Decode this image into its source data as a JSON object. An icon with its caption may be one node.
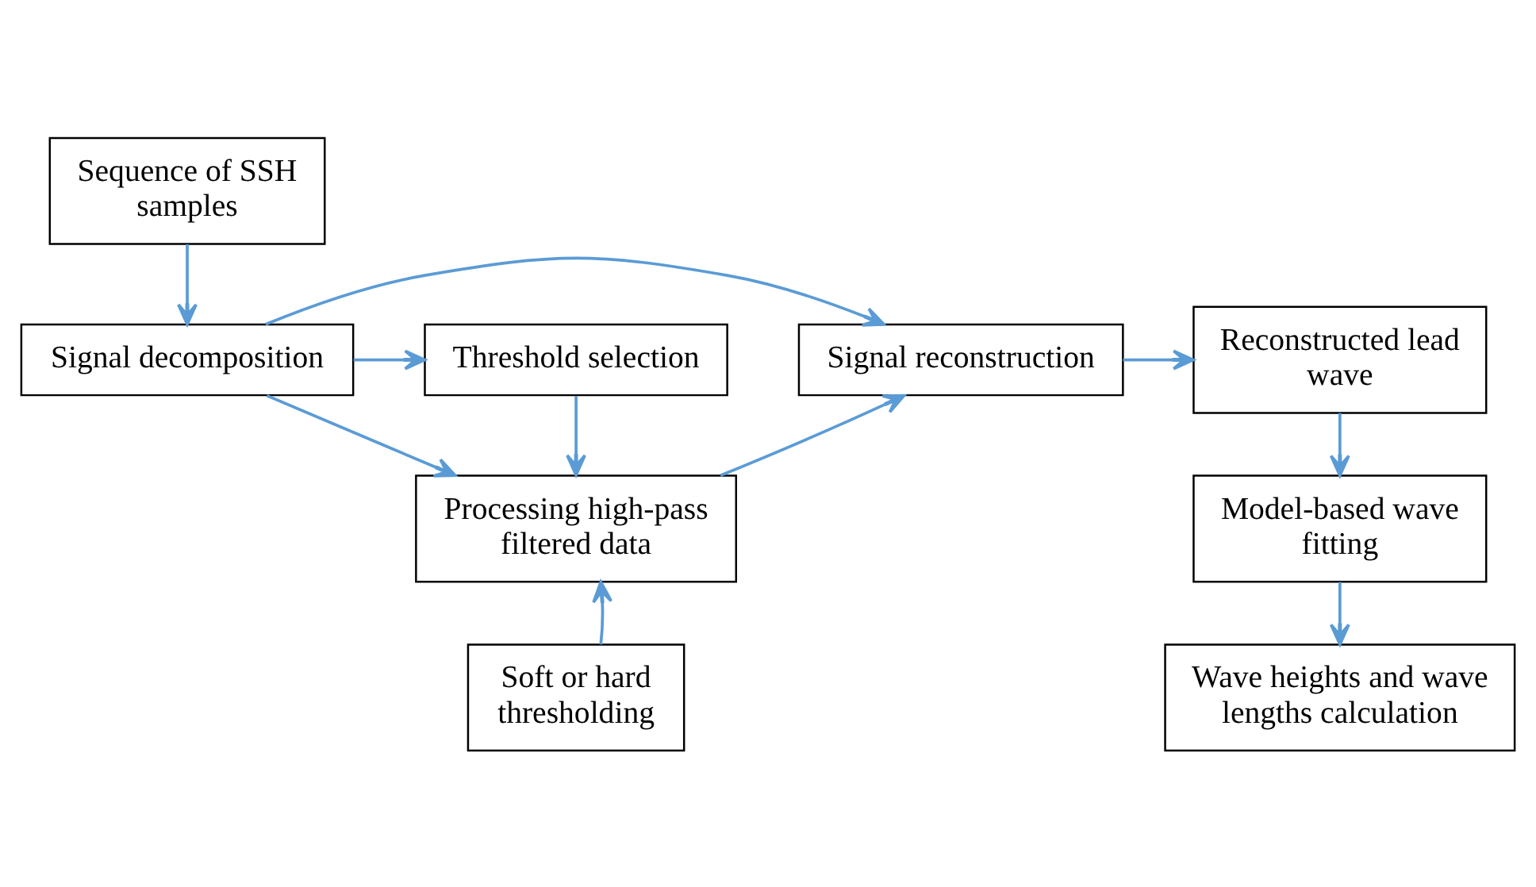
{
  "diagram": {
    "nodes": [
      {
        "text": [
          "Sequence of SSH samples"
        ]
      },
      {
        "text": [
          "Threshold selection"
        ]
      },
      {
        "text": [
          "Signal decomposition"
        ]
      },
      {
        "text": [
          "Signal reconstruction"
        ]
      },
      {
        "text": [
          "Reconstructed lead wave"
        ]
      },
      {
        "text": [
          "Processing high-pass filtered data"
        ]
      },
      {
        "text": [
          "Model-based wave fitting"
        ]
      },
      {
        "text": [
          "Soft or hard thresholding"
        ]
      },
      {
        "text": [
          "Wave heights and wave lengths calculation"
        ]
      }
    ],
    "edges": [
      {
        "from": 0,
        "to": 2,
        "arrow": "to"
      },
      {
        "from": 2,
        "to": 1,
        "arrow": "to"
      },
      {
        "from": 2,
        "to": 3,
        "arrow": "to"
      },
      {
        "from": 3,
        "to": 4,
        "arrow": "to"
      },
      {
        "from": 2,
        "to": 5,
        "arrow": "to"
      },
      {
        "from": 1,
        "to": 5,
        "arrow": "to"
      },
      {
        "from": 5,
        "to": 3,
        "arrow": "to"
      },
      {
        "from": 4,
        "to": 6,
        "arrow": "to"
      },
      {
        "from": 7,
        "to": 5,
        "arrow": "to"
      },
      {
        "from": 6,
        "to": 8,
        "arrow": "to"
      }
    ]
  }
}
